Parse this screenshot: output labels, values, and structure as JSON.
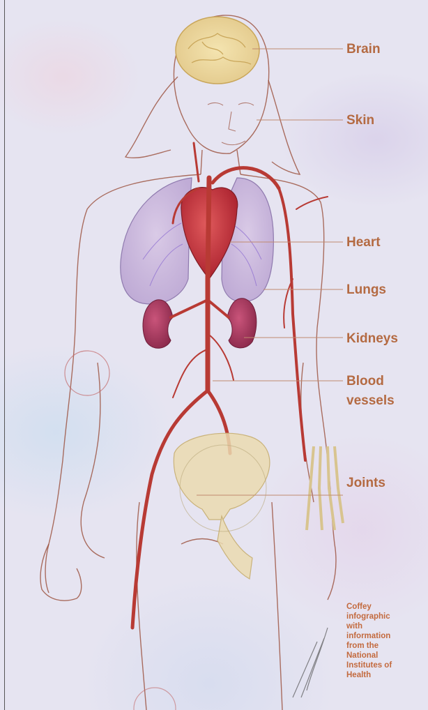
{
  "labels": {
    "brain": "Brain",
    "skin": "Skin",
    "heart": "Heart",
    "lungs": "Lungs",
    "kidneys": "Kidneys",
    "blood_vessels_line1": "Blood",
    "blood_vessels_line2": "vessels",
    "joints": "Joints"
  },
  "credit": {
    "line1": "Coffey",
    "line2": "infographic",
    "line3": "with",
    "line4": "information",
    "line5": "from the",
    "line6": "National",
    "line7": "Institutes of",
    "line8": "Health"
  },
  "colors": {
    "label_text": "#b46a42",
    "leader_line": "#c08a6e",
    "artery": "#b83a34",
    "heart": "#c42f3a",
    "lung": "#c9b6dc",
    "kidney": "#a8395e",
    "bone": "#eadbb0",
    "outline": "#9a4e3a"
  }
}
